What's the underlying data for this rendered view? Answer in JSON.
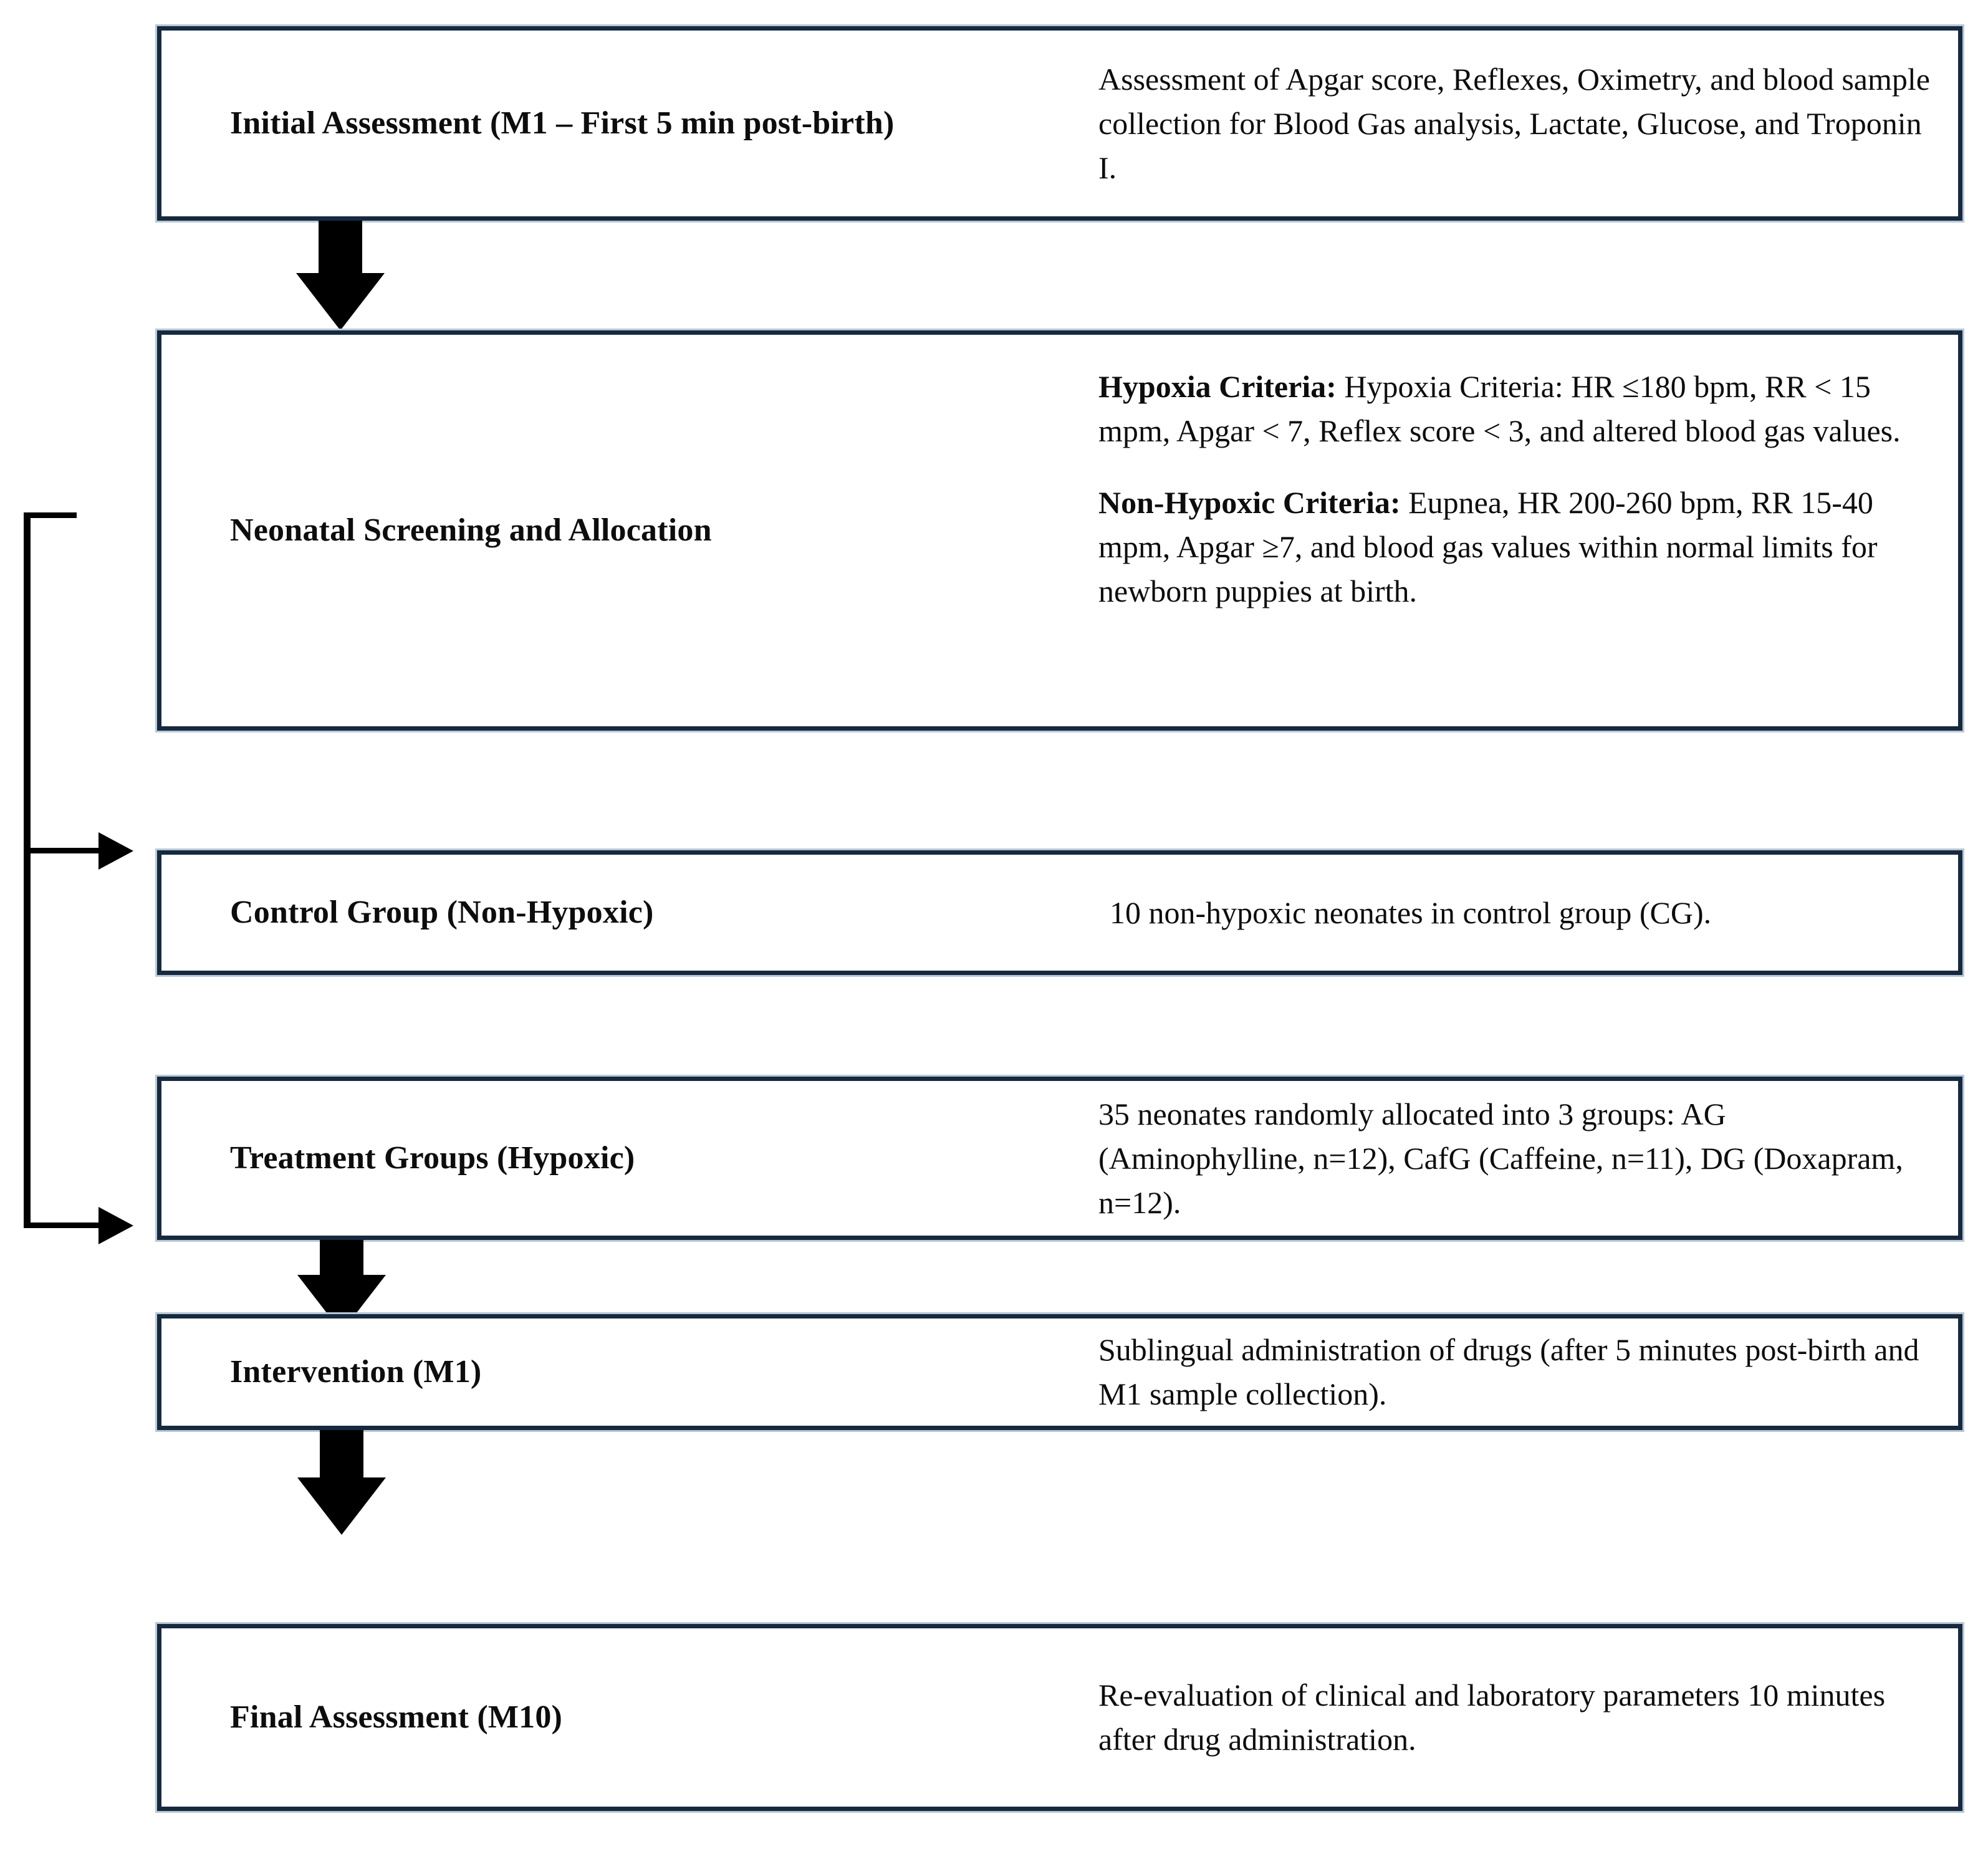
{
  "diagram": {
    "title": "Experimental protocol flowchart for neonatal puppies",
    "type": "flowchart",
    "orientation": "vertical",
    "colors": {
      "box_border": "#16293f",
      "box_border_outer": "#b9c8d4",
      "arrow": "#000000",
      "background": "#ffffff",
      "text": "#0d0d0d"
    },
    "steps": [
      {
        "id": "initial-assessment",
        "label": "Initial Assessment (M1 – First 5 min post-birth)",
        "description": "Assessment of Apgar score, Reflexes, Oximetry, and blood sample collection for Blood Gas analysis, Lactate, Glucose, and Troponin I."
      },
      {
        "id": "neonatal-screening",
        "label": "Neonatal Screening and Allocation",
        "criteria": [
          {
            "heading": "Hypoxia Criteria:",
            "text": " Hypoxia Criteria: HR ≤180 bpm, RR < 15 mpm, Apgar < 7, Reflex score < 3, and altered blood gas values."
          },
          {
            "heading": "Non-Hypoxic Criteria:",
            "text": " Eupnea, HR 200-260 bpm, RR 15-40 mpm, Apgar ≥7, and blood gas values within normal limits for newborn puppies at birth."
          }
        ]
      },
      {
        "id": "control-group",
        "label": "Control Group (Non-Hypoxic)",
        "description": "10 non-hypoxic neonates in control group (CG)."
      },
      {
        "id": "treatment-groups",
        "label": "Treatment Groups (Hypoxic)",
        "description": "35 neonates randomly allocated into 3 groups: AG (Aminophylline, n=12), CafG (Caffeine, n=11), DG (Doxapram, n=12)."
      },
      {
        "id": "intervention",
        "label": "Intervention (M1)",
        "description": "Sublingual administration of drugs (after 5 minutes post-birth and M1 sample collection)."
      },
      {
        "id": "final-assessment",
        "label": "Final Assessment (M10)",
        "description": "Re-evaluation of clinical and laboratory parameters 10 minutes after drug administration."
      }
    ],
    "connectors": [
      {
        "id": "arrow-initial-to-screening",
        "from": "initial-assessment",
        "to": "neonatal-screening",
        "style": "block-arrow-down"
      },
      {
        "id": "bracket-screening-to-control",
        "from": "neonatal-screening",
        "to": "control-group",
        "style": "bracket-arrow-right"
      },
      {
        "id": "bracket-screening-to-treatment",
        "from": "neonatal-screening",
        "to": "treatment-groups",
        "style": "bracket-arrow-right"
      },
      {
        "id": "arrow-treatment-to-intervention",
        "from": "treatment-groups",
        "to": "intervention",
        "style": "block-arrow-down"
      },
      {
        "id": "arrow-intervention-to-final",
        "from": "intervention",
        "to": "final-assessment",
        "style": "block-arrow-down"
      }
    ]
  }
}
